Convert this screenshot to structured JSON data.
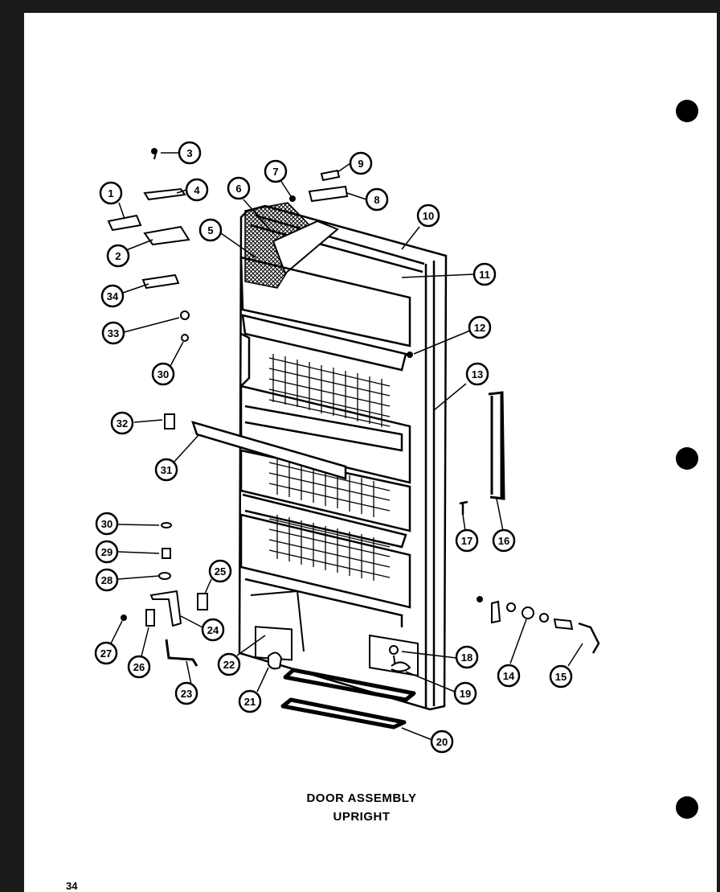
{
  "caption": {
    "line1": "DOOR ASSEMBLY",
    "line2": "UPRIGHT"
  },
  "page_number": "34",
  "callouts": [
    {
      "id": "1",
      "label": "1"
    },
    {
      "id": "2",
      "label": "2"
    },
    {
      "id": "3",
      "label": "3"
    },
    {
      "id": "4",
      "label": "4"
    },
    {
      "id": "5",
      "label": "5"
    },
    {
      "id": "6",
      "label": "6"
    },
    {
      "id": "7",
      "label": "7"
    },
    {
      "id": "8",
      "label": "8"
    },
    {
      "id": "9",
      "label": "9"
    },
    {
      "id": "10",
      "label": "10"
    },
    {
      "id": "11",
      "label": "11"
    },
    {
      "id": "12",
      "label": "12"
    },
    {
      "id": "13",
      "label": "13"
    },
    {
      "id": "14",
      "label": "14"
    },
    {
      "id": "15",
      "label": "15"
    },
    {
      "id": "16",
      "label": "16"
    },
    {
      "id": "17",
      "label": "17"
    },
    {
      "id": "18",
      "label": "18"
    },
    {
      "id": "19",
      "label": "19"
    },
    {
      "id": "20",
      "label": "20"
    },
    {
      "id": "21",
      "label": "21"
    },
    {
      "id": "22",
      "label": "22"
    },
    {
      "id": "23",
      "label": "23"
    },
    {
      "id": "24",
      "label": "24"
    },
    {
      "id": "25",
      "label": "25"
    },
    {
      "id": "26",
      "label": "26"
    },
    {
      "id": "27",
      "label": "27"
    },
    {
      "id": "28",
      "label": "28"
    },
    {
      "id": "29",
      "label": "29"
    },
    {
      "id": "30a",
      "label": "30"
    },
    {
      "id": "30b",
      "label": "30"
    },
    {
      "id": "31",
      "label": "31"
    },
    {
      "id": "32",
      "label": "32"
    },
    {
      "id": "33",
      "label": "33"
    },
    {
      "id": "34",
      "label": "34"
    }
  ]
}
